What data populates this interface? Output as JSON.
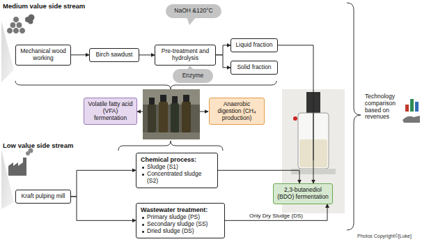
{
  "diagram": {
    "nodes": [
      {
        "text": [
          "Mechanical wood working"
        ]
      },
      {
        "text": [
          "Birch sawdust"
        ]
      },
      {
        "text": [
          "NaOH &120°C"
        ]
      },
      {
        "text": [
          "Pre-treatment and hydrolysis"
        ]
      },
      {
        "text": [
          "Enzyme"
        ]
      },
      {
        "text": [
          "Liquid fraction"
        ]
      },
      {
        "text": [
          "Solid fraction"
        ]
      },
      {
        "text": [
          "Volatile fatty acid (VFA) fermentation"
        ]
      },
      {
        "text": [
          "Anaerobic digestion (CH₄ production)"
        ]
      },
      {
        "text": [
          "Kraft pulping mill"
        ]
      },
      {
        "text": [
          "Chemical process:",
          "Sludge (S1)",
          "Concentrated sludge (S2)"
        ]
      },
      {
        "text": [
          "Wastewater treatment:",
          "Primary sludge (PS)",
          "Secondary sludge (SS)",
          "Dried sludge (DS)"
        ]
      },
      {
        "text": [
          "2,3-butanediol (BDO) fermentation"
        ]
      }
    ],
    "edges": [
      {
        "from": 0,
        "to": 1,
        "arrow": "to"
      },
      {
        "from": 1,
        "to": 3,
        "arrow": "to"
      },
      {
        "from": 3,
        "to": 5,
        "arrow": "to"
      },
      {
        "from": 3,
        "to": 6,
        "arrow": "to"
      },
      {
        "from": 9,
        "to": 10,
        "arrow": "to"
      },
      {
        "from": 9,
        "to": 11,
        "arrow": "to"
      },
      {
        "from": 5,
        "to": 12,
        "arrow": "to"
      },
      {
        "from": 10,
        "to": 12,
        "arrow": "to"
      },
      {
        "from": 11,
        "to": 12,
        "label": "Only Dry Sludge (DS)",
        "arrow": "to"
      }
    ],
    "labels": [
      "Medium value side stream",
      "Low value side stream",
      "Technology comparison based on revenues",
      "Photos Copyright©[Luke]"
    ]
  }
}
